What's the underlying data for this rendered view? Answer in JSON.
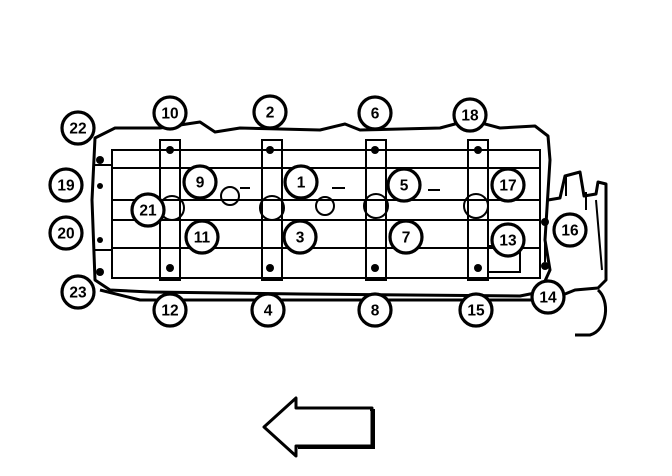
{
  "callouts": [
    {
      "label": "1"
    },
    {
      "label": "2"
    },
    {
      "label": "3"
    },
    {
      "label": "4"
    },
    {
      "label": "5"
    },
    {
      "label": "6"
    },
    {
      "label": "7"
    },
    {
      "label": "8"
    },
    {
      "label": "9"
    },
    {
      "label": "10"
    },
    {
      "label": "11"
    },
    {
      "label": "12"
    },
    {
      "label": "13"
    },
    {
      "label": "14"
    },
    {
      "label": "15"
    },
    {
      "label": "16"
    },
    {
      "label": "17"
    },
    {
      "label": "18"
    },
    {
      "label": "19"
    },
    {
      "label": "20"
    },
    {
      "label": "21"
    },
    {
      "label": "22"
    },
    {
      "label": "23"
    }
  ],
  "colors": {
    "line": "#000000",
    "background": "#ffffff"
  }
}
